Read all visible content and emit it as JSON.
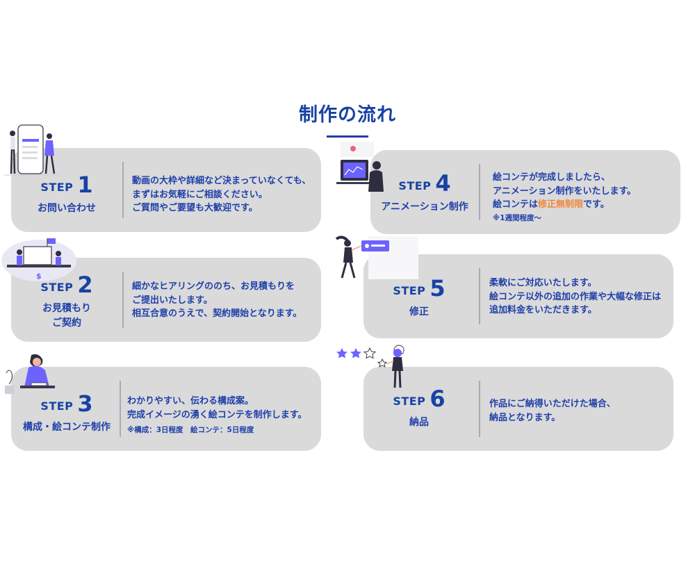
{
  "page": {
    "title": "制作の流れ",
    "step_word": "STEP"
  },
  "colors": {
    "card_bg": "#dadadb",
    "text_blue": "#1f3fa8",
    "highlight_orange": "#f0873a",
    "accent_purple": "#6c63ff"
  },
  "steps": [
    {
      "number": "1",
      "name": [
        "お問い合わせ"
      ],
      "desc": [
        "動画の大枠や詳細など決まっていなくても、",
        "まずはお気軽にご相談ください。",
        "ご質問やご要望も大歓迎です。"
      ],
      "note": "",
      "icon": "phone-people-icon"
    },
    {
      "number": "2",
      "name": [
        "お見積もり",
        "ご契約"
      ],
      "desc": [
        "細かなヒアリングののち、お見積もりを",
        "ご提出いたします。",
        "相互合意のうえで、契約開始となります。"
      ],
      "note": "",
      "icon": "meeting-icon"
    },
    {
      "number": "3",
      "name": [
        "構成・絵コンテ制作"
      ],
      "desc": [
        "わかりやすい、伝わる構成案。",
        "完成イメージの湧く絵コンテを制作します。"
      ],
      "note": "※構成：3日程度　絵コンテ：5日程度",
      "icon": "writing-person-icon"
    },
    {
      "number": "4",
      "name": [
        "アニメーション制作"
      ],
      "desc_line1": "絵コンテが完成しましたら、",
      "desc_line2": "アニメーション制作をいたします。",
      "desc_line3_pre": "絵コンテは",
      "desc_line3_hl": "修正無制限",
      "desc_line3_post": "です。",
      "note": "※1週間程度〜",
      "icon": "computer-worker-icon"
    },
    {
      "number": "5",
      "name": [
        "修正"
      ],
      "desc": [
        "柔軟にご対応いたします。",
        "絵コンテ以外の追加の作業や大幅な修正は",
        "追加料金をいただきます。"
      ],
      "note": "",
      "icon": "presenting-woman-icon"
    },
    {
      "number": "6",
      "name": [
        "納品"
      ],
      "desc": [
        "作品にご納得いただけた場合、",
        "納品となります。"
      ],
      "note": "",
      "icon": "rating-stars-icon"
    }
  ]
}
